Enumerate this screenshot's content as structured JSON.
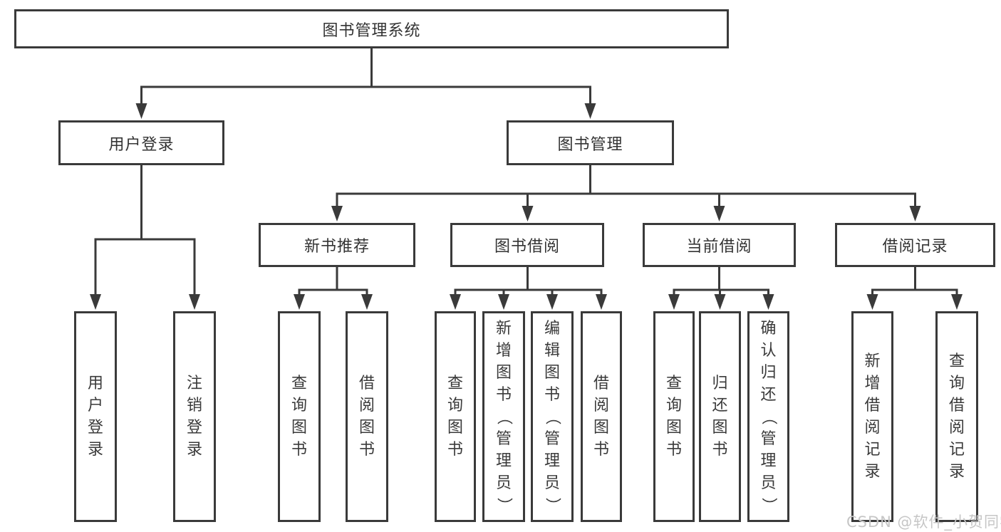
{
  "diagram": {
    "root_label": "图书管理系统",
    "level2": [
      "用户登录",
      "图书管理"
    ],
    "level3": [
      "新书推荐",
      "图书借阅",
      "当前借阅",
      "借阅记录"
    ],
    "leaves": {
      "user_login": [
        "用户登录",
        "注销登录"
      ],
      "new_book": [
        "查询图书",
        "借阅图书"
      ],
      "book_borrow": [
        "查询图书",
        "新增图书（管理员）",
        "编辑图书（管理员）",
        "借阅图书"
      ],
      "current_borrow": [
        "查询图书",
        "归还图书",
        "确认归还（管理员）"
      ],
      "borrow_record": [
        "新增借阅记录",
        "查询借阅记录"
      ]
    },
    "colors": {
      "line": "#3a3a3a",
      "text": "#333333",
      "background": "#ffffff",
      "watermark": "#c6c6c6"
    },
    "watermark": "CSDN @软件_小贺同学"
  }
}
